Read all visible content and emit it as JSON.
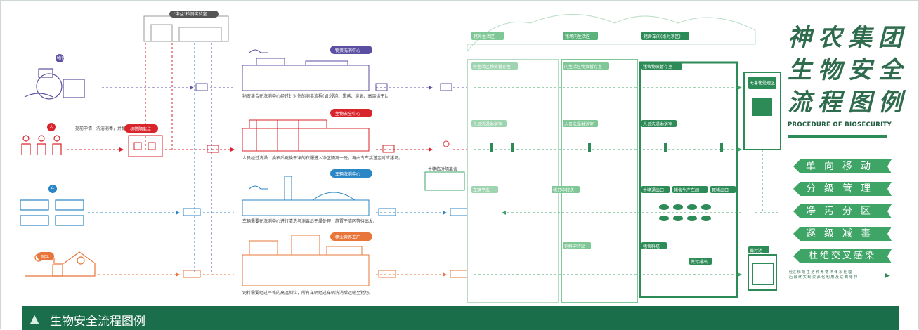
{
  "title": {
    "lines": [
      "神农集团",
      "生物安全",
      "流程图例"
    ],
    "subtitle": "PROCEDURE OF BIOSECURITY"
  },
  "principles": [
    "单向移动",
    "分级管理",
    "净污分区",
    "逐级减毒",
    "杜绝交叉感染"
  ],
  "footer": {
    "caption": "生物安全流程图例",
    "arrow_icon": "triangle-up-icon"
  },
  "sources": {
    "supplies": {
      "tag": "物资",
      "color": "#5a4fa0"
    },
    "people": {
      "tag": "人",
      "color": "#d9242c"
    },
    "vehicles": {
      "tag": "车",
      "color": "#2b86c5"
    },
    "feed": {
      "tag": "饲料",
      "color": "#e8763a"
    }
  },
  "lab": {
    "label": "\"中益\"检测实验室"
  },
  "checkpoint": {
    "label": "初筛隔离点",
    "note": "提前申请，洗浴消毒，并拍照上传审查。"
  },
  "centers": {
    "supplies": {
      "label": "物资洗消中心",
      "note": "物资集合在洗消中心经过针对性的消毒流程(如:浸泡、熏蒸、臭氧、高温烘干)。"
    },
    "people": {
      "label": "生物安全中心",
      "note": "人员经过洗澡、换衣后更换干净的衣服进入净区隔离一晚，再由专车接送至对应猪场。"
    },
    "vehicles": {
      "label": "车辆洗消中心",
      "note": "车辆需要在洗消中心进行清洗与消毒后干燥处理，静置于洁区等待出发。"
    },
    "feed": {
      "label": "猪业营养工厂",
      "note": "饲料需要经过严格的高温制粒，所有车辆经过车辆洗消后运输至猪场。"
    }
  },
  "farm_zones": {
    "outer": "猪外生活区",
    "inner": "猪场内生活区",
    "barn": "猪舍车间(绝对净区)",
    "outer_store": "外生活区物资暂存室",
    "inner_store": "内生活区物资暂存室",
    "barn_store": "猪舍物资暂存室",
    "bath1": "人员洗澡淋浴室",
    "bath2": "人员洗澡淋浴室",
    "bath3": "人员洗澡淋浴室",
    "car_wash": "车辆平洗",
    "transfer": "猪只中转塔",
    "pig_exit": "生猪通出口",
    "pig_area": "猪舍生产车间",
    "cull_exit": "死猪出口",
    "feed_tower_out": "饲料中转站",
    "feed_tower_in": "猪舍料塔",
    "manure": "粪污排出",
    "pig_transfer_store": "生猪临时隔离舍",
    "dead_room": "无害化处理区",
    "sewage": "粪污池"
  },
  "bottom_note": [
    "经过 规 范 生 活 种 养 循 环 体 系 处 理",
    "后 最 终 实 现 资 源 化 利 用 及 达 到 零 排"
  ]
}
